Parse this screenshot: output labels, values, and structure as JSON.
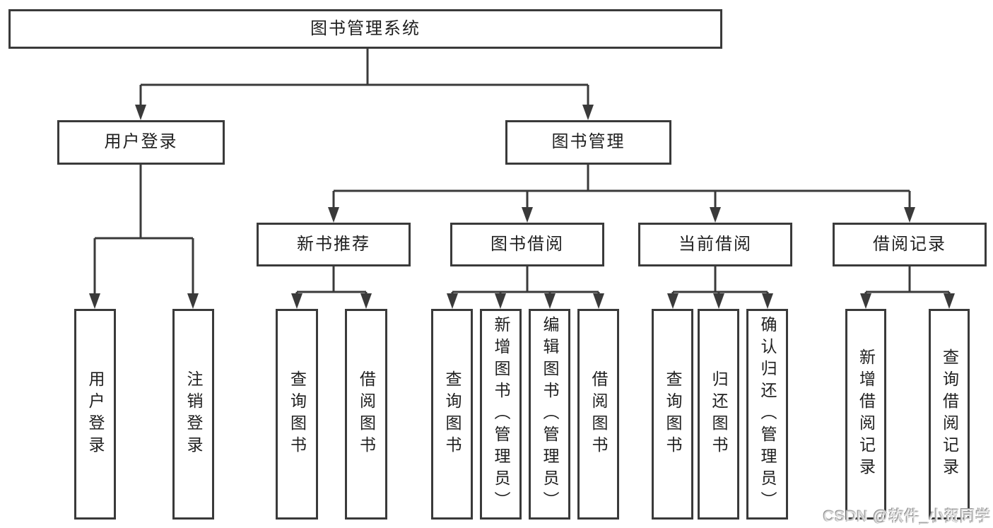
{
  "nodes": {
    "root": "图书管理系统",
    "user_login": "用户登录",
    "book_management": "图书管理",
    "new_book_recommend": "新书推荐",
    "book_borrowing": "图书借阅",
    "current_borrowing": "当前借阅",
    "borrowing_records": "借阅记录",
    "leaves": {
      "user_login": "用户登录",
      "logout": "注销登录",
      "recommend_query_books": "查询图书",
      "recommend_borrow_books": "借阅图书",
      "borrowing_query_books": "查询图书",
      "borrowing_add_books": "新增图书（管理员）",
      "borrowing_edit_books": "编辑图书（管理员）",
      "borrowing_borrow_books": "借阅图书",
      "current_query_books": "查询图书",
      "current_return_books": "归还图书",
      "current_confirm_return": "确认归还（管理员）",
      "records_add_record": "新增借阅记录",
      "records_query_record": "查询借阅记录"
    }
  },
  "watermark": "CSDN @软件_小贺同学",
  "colors": {
    "line": "#3a3a3a",
    "box_border": "#3a3a3a",
    "text": "#1f1f1f",
    "background": "#ffffff",
    "watermark": "#d6d6d6"
  }
}
